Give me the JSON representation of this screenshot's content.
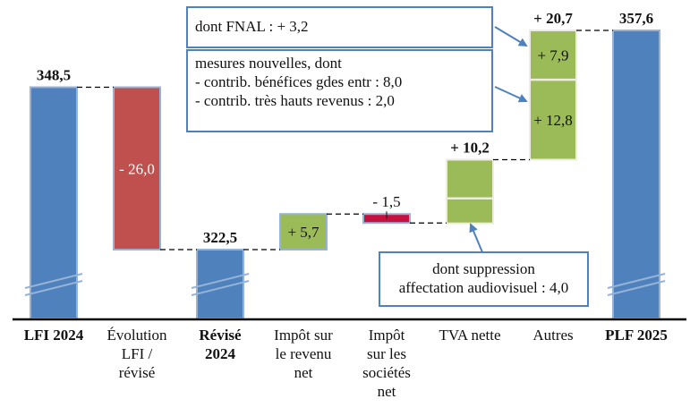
{
  "chart_data": {
    "type": "bar",
    "subtype": "waterfall",
    "title": "",
    "xlabel": "",
    "ylabel": "",
    "ylim": [
      300,
      360
    ],
    "axis_break": true,
    "categories": [
      "LFI 2024",
      "Évolution LFI / révisé",
      "Révisé 2024",
      "Impôt sur le revenu net",
      "Impôt sur les sociétés net",
      "TVA nette",
      "Autres",
      "PLF 2025"
    ],
    "category_lines": [
      [
        "LFI 2024"
      ],
      [
        "Évolution",
        "LFI /",
        "révisé"
      ],
      [
        "Révisé",
        "2024"
      ],
      [
        "Impôt sur",
        "le revenu",
        "net"
      ],
      [
        "Impôt",
        "sur les",
        "sociétés",
        "net"
      ],
      [
        "TVA nette"
      ],
      [
        "Autres"
      ],
      [
        "PLF 2025"
      ]
    ],
    "bold_categories": [
      0,
      2,
      7
    ],
    "bars": [
      {
        "category": "LFI 2024",
        "kind": "total",
        "value": 348.5,
        "label": "348,5",
        "label_bold": true,
        "color": "#4f81bd"
      },
      {
        "category": "Évolution LFI / révisé",
        "kind": "delta",
        "value": -26.0,
        "start": 348.5,
        "end": 322.5,
        "label": "- 26,0",
        "label_inside": true,
        "color": "#c0504d"
      },
      {
        "category": "Révisé 2024",
        "kind": "total",
        "value": 322.5,
        "label": "322,5",
        "label_bold": true,
        "color": "#4f81bd"
      },
      {
        "category": "Impôt sur le revenu net",
        "kind": "delta",
        "value": 5.7,
        "start": 322.5,
        "end": 328.2,
        "label": "+ 5,7",
        "label_inside": true,
        "color": "#9bbb59"
      },
      {
        "category": "Impôt sur les sociétés net",
        "kind": "delta",
        "value": -1.5,
        "start": 328.2,
        "end": 326.7,
        "label": "- 1,5",
        "label_inside": false,
        "color": "#c8103e"
      },
      {
        "category": "TVA nette",
        "kind": "delta",
        "value": 10.2,
        "start": 326.7,
        "end": 336.9,
        "label": "+ 10,2",
        "label_bold": true,
        "segments": [
          4.0,
          6.2
        ],
        "color": "#9bbb59"
      },
      {
        "category": "Autres",
        "kind": "delta",
        "value": 20.7,
        "start": 336.9,
        "end": 357.6,
        "label": "+ 20,7",
        "label_bold": true,
        "segments": [
          12.8,
          7.9
        ],
        "segment_labels": [
          "+ 12,8",
          "+ 7,9"
        ],
        "color": "#9bbb59"
      },
      {
        "category": "PLF 2025",
        "kind": "total",
        "value": 357.6,
        "label": "357,6",
        "label_bold": true,
        "color": "#4f81bd"
      }
    ],
    "annotations": [
      {
        "id": "fnal",
        "lines": [
          "dont FNAL : + 3,2"
        ],
        "points_to": "Autres segment + 7,9"
      },
      {
        "id": "mesures",
        "lines": [
          "mesures nouvelles, dont",
          "- contrib. bénéfices gdes entr : 8,0",
          "- contrib. très hauts revenus : 2,0"
        ],
        "points_to": "Autres segment + 12,8"
      },
      {
        "id": "audiovisuel",
        "lines": [
          "dont suppression",
          "affectation audiovisuel : 4,0"
        ],
        "points_to": "TVA nette lower segment"
      }
    ],
    "colors": {
      "total": "#4f81bd",
      "decrease": "#c0504d",
      "increase": "#9bbb59",
      "is_decrease": "#c8103e",
      "border": "#95b3d7",
      "annotation_border": "#4f81bd",
      "axis": "#000000"
    }
  }
}
